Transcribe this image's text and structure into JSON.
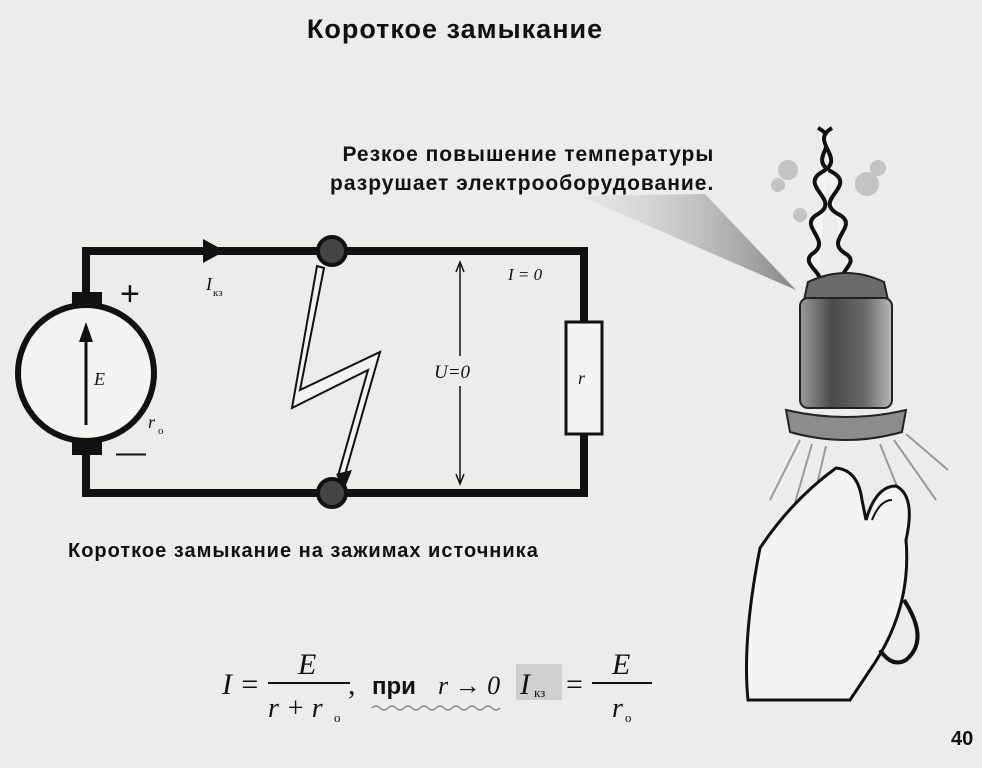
{
  "title": "Короткое замыкание",
  "callout": {
    "line1": "Резкое повышение температуры",
    "line2": "разрушает электрооборудование."
  },
  "circuit": {
    "plus": "+",
    "minus": "—",
    "emf": "E",
    "r0": "r",
    "r0_sub": "о",
    "ikz": "I",
    "ikz_sub": "кз",
    "i_zero": "I = 0",
    "u_zero": "U=0",
    "load": "r"
  },
  "caption": "Короткое замыкание на зажимах источника",
  "formula": {
    "lhs": "I =",
    "num": "E",
    "den": "r + r",
    "den_sub": "о",
    "comma": ",",
    "pri": "при",
    "cond": "r → 0",
    "ikz": "I",
    "ikz_sub": "кз",
    "eq": "=",
    "num2": "E",
    "den2": "r",
    "den2_sub": "о"
  },
  "page_number": "40"
}
